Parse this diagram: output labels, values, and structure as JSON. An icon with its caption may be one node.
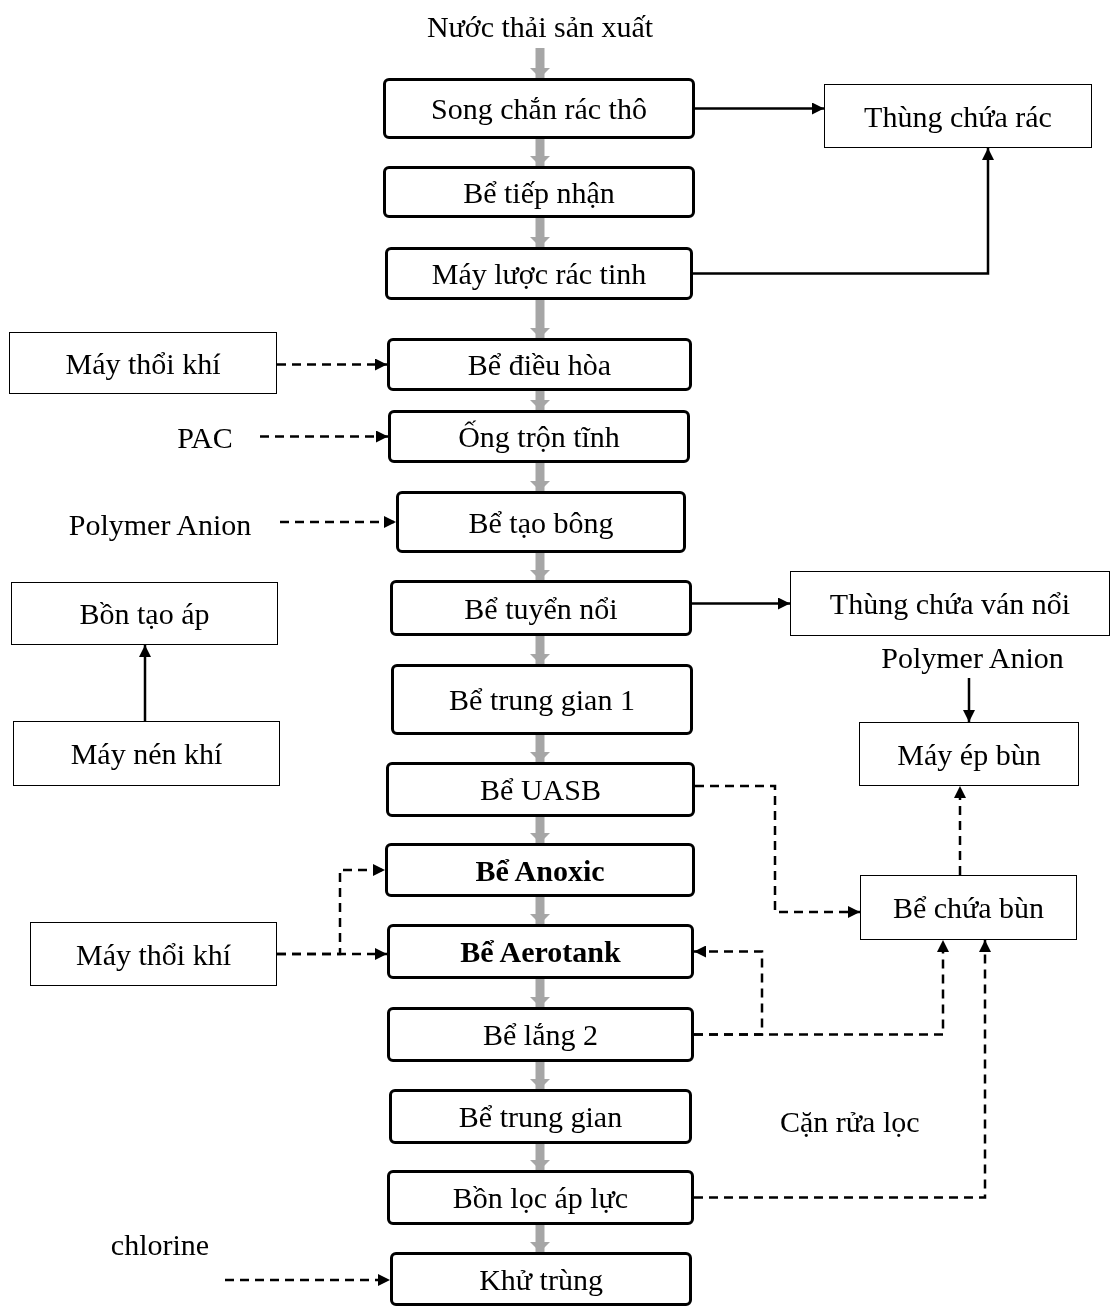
{
  "diagram": {
    "nodes": [
      {
        "text": [
          "Nước thải sản xuất"
        ]
      },
      {
        "text": [
          "Song chắn rác thô"
        ]
      },
      {
        "text": [
          "Thùng chứa rác"
        ]
      },
      {
        "text": [
          "Bể tiếp nhận"
        ]
      },
      {
        "text": [
          "Máy lược rác tinh"
        ]
      },
      {
        "text": [
          "Máy thổi khí"
        ]
      },
      {
        "text": [
          "Bể điều hòa"
        ]
      },
      {
        "text": [
          "PAC"
        ]
      },
      {
        "text": [
          "Ống trộn tĩnh"
        ]
      },
      {
        "text": [
          "Polymer Anion"
        ]
      },
      {
        "text": [
          "Bể tạo bông"
        ]
      },
      {
        "text": [
          "Bồn tạo áp"
        ]
      },
      {
        "text": [
          "Bể tuyển nổi"
        ]
      },
      {
        "text": [
          "Thùng chứa ván nổi"
        ]
      },
      {
        "text": [
          "Polymer Anion"
        ]
      },
      {
        "text": [
          "Bể trung gian 1"
        ]
      },
      {
        "text": [
          "Máy nén khí"
        ]
      },
      {
        "text": [
          "Máy ép bùn"
        ]
      },
      {
        "text": [
          "Bể UASB"
        ]
      },
      {
        "text": [
          "Bể Anoxic"
        ]
      },
      {
        "text": [
          "Máy thổi khí"
        ]
      },
      {
        "text": [
          "Bể chứa bùn"
        ]
      },
      {
        "text": [
          "Bể Aerotank"
        ]
      },
      {
        "text": [
          "Bể lắng 2"
        ]
      },
      {
        "text": [
          "Bể trung gian"
        ]
      },
      {
        "text": [
          "Bồn lọc áp lực"
        ]
      },
      {
        "text": [
          "chlorine"
        ]
      },
      {
        "text": [
          "Khử trùng"
        ]
      }
    ],
    "edges": [
      {
        "from": 0,
        "to": 1,
        "arrow": "to",
        "style": "thick",
        "color": "#a6a6a6"
      },
      {
        "from": 1,
        "to": 3,
        "arrow": "to",
        "style": "thick",
        "color": "#a6a6a6"
      },
      {
        "from": 3,
        "to": 4,
        "arrow": "to",
        "style": "thick",
        "color": "#a6a6a6"
      },
      {
        "from": 4,
        "to": 6,
        "arrow": "to",
        "style": "thick",
        "color": "#a6a6a6"
      },
      {
        "from": 6,
        "to": 8,
        "arrow": "to",
        "style": "thick",
        "color": "#a6a6a6"
      },
      {
        "from": 8,
        "to": 10,
        "arrow": "to",
        "style": "thick",
        "color": "#a6a6a6"
      },
      {
        "from": 10,
        "to": 12,
        "arrow": "to",
        "style": "thick",
        "color": "#a6a6a6"
      },
      {
        "from": 12,
        "to": 15,
        "arrow": "to",
        "style": "thick",
        "color": "#a6a6a6"
      },
      {
        "from": 15,
        "to": 18,
        "arrow": "to",
        "style": "thick",
        "color": "#a6a6a6"
      },
      {
        "from": 18,
        "to": 19,
        "arrow": "to",
        "style": "thick",
        "color": "#a6a6a6"
      },
      {
        "from": 19,
        "to": 22,
        "arrow": "to",
        "style": "thick",
        "color": "#a6a6a6"
      },
      {
        "from": 22,
        "to": 23,
        "arrow": "to",
        "style": "thick",
        "color": "#a6a6a6"
      },
      {
        "from": 23,
        "to": 24,
        "arrow": "to",
        "style": "thick",
        "color": "#a6a6a6"
      },
      {
        "from": 24,
        "to": 25,
        "arrow": "to",
        "style": "thick",
        "color": "#a6a6a6"
      },
      {
        "from": 25,
        "to": 27,
        "arrow": "to",
        "style": "thick",
        "color": "#a6a6a6"
      },
      {
        "from": 1,
        "to": 2,
        "arrow": "to"
      },
      {
        "from": 4,
        "to": 2,
        "arrow": "to"
      },
      {
        "from": 5,
        "to": 6,
        "arrow": "to",
        "style": "dashed"
      },
      {
        "from": 7,
        "to": 8,
        "arrow": "to",
        "style": "dashed"
      },
      {
        "from": 9,
        "to": 10,
        "arrow": "to",
        "style": "dashed"
      },
      {
        "from": 16,
        "to": 11,
        "arrow": "to"
      },
      {
        "from": 12,
        "to": 13,
        "arrow": "to"
      },
      {
        "from": 14,
        "to": 17,
        "arrow": "to"
      },
      {
        "from": 18,
        "to": 21,
        "arrow": "to",
        "style": "dashed"
      },
      {
        "from": 21,
        "to": 17,
        "arrow": "to",
        "style": "dashed"
      },
      {
        "from": 20,
        "to": 19,
        "arrow": "to",
        "style": "dashed"
      },
      {
        "from": 20,
        "to": 22,
        "arrow": "to",
        "style": "dashed"
      },
      {
        "from": 23,
        "to": 22,
        "arrow": "to",
        "style": "dashed"
      },
      {
        "from": 23,
        "to": 21,
        "arrow": "to",
        "style": "dashed"
      },
      {
        "from": 25,
        "to": 21,
        "arrow": "to",
        "style": "dashed"
      },
      {
        "from": 26,
        "to": 27,
        "arrow": "to",
        "style": "dashed"
      }
    ],
    "labels": [
      "Cặn rửa lọc"
    ]
  }
}
